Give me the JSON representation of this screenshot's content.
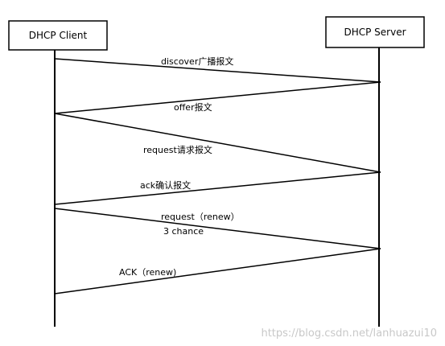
{
  "actors": {
    "client": "DHCP Client",
    "server": "DHCP Server"
  },
  "messages": [
    {
      "label": "discover广播报文",
      "from": "client",
      "to": "server"
    },
    {
      "label": "offer报文",
      "from": "server",
      "to": "client"
    },
    {
      "label": "request请求报文",
      "from": "client",
      "to": "server"
    },
    {
      "label": "ack确认报文",
      "from": "server",
      "to": "client"
    },
    {
      "label": "request（renew）",
      "sublabel": "3 chance",
      "from": "client",
      "to": "server"
    },
    {
      "label": "ACK（renew)",
      "from": "server",
      "to": "client"
    }
  ],
  "watermark": "https://blog.csdn.net/lanhuazui10"
}
